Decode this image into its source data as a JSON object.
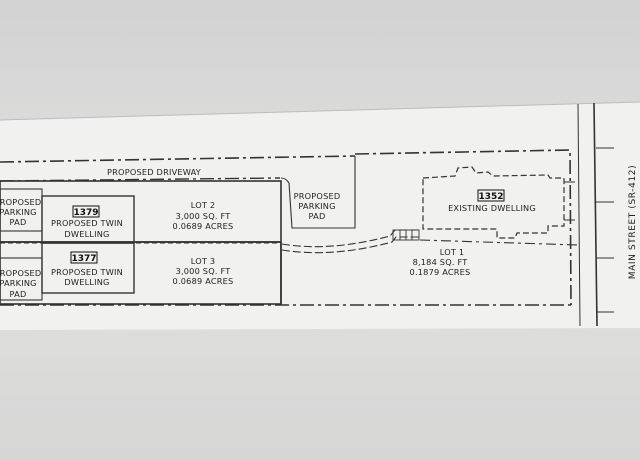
{
  "plan": {
    "driveway_label": "PROPOSED DRIVEWAY",
    "parking_pad_left_top": [
      "PROPOSED",
      "PARKING",
      "PAD"
    ],
    "parking_pad_left_bottom": [
      "PROPOSED",
      "PARKING",
      "PAD"
    ],
    "parking_pad_center": [
      "PROPOSED",
      "PARKING",
      "PAD"
    ],
    "twin_top": {
      "number": "1379",
      "line1": "PROPOSED TWIN",
      "line2": "DWELLING"
    },
    "twin_bottom": {
      "number": "1377",
      "line1": "PROPOSED TWIN",
      "line2": "DWELLING"
    },
    "lot2": {
      "name": "LOT 2",
      "area": "3,000 SQ. FT",
      "acres": "0.0689 ACRES"
    },
    "lot3": {
      "name": "LOT 3",
      "area": "3,000 SQ. FT",
      "acres": "0.0689 ACRES"
    },
    "lot1": {
      "name": "LOT 1",
      "area": "8,184 SQ. FT",
      "acres": "0.1879 ACRES"
    },
    "existing": {
      "number": "1352",
      "label": "EXISTING DWELLING"
    },
    "street": "MAIN STREET (SR-412)"
  },
  "colors": {
    "paper": "#f1f1ef",
    "line": "#333333",
    "background": "#dcdcdc"
  }
}
